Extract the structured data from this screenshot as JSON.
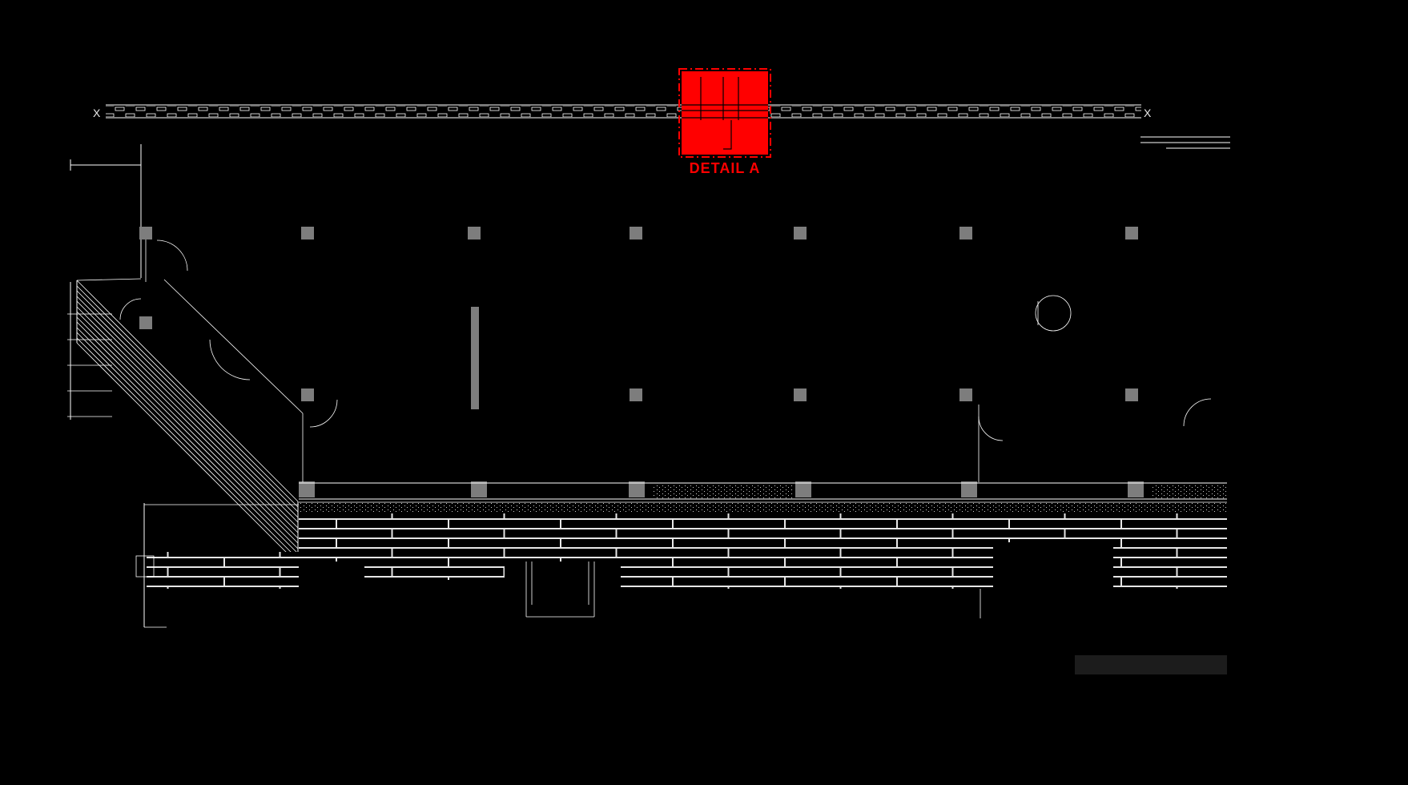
{
  "drawing": {
    "labels": {
      "detail": "DETAIL A",
      "break_left": "X",
      "break_right": "X"
    },
    "colors": {
      "background": "#000000",
      "line": "#ffffff",
      "column_fill": "#7d7d7d",
      "highlight": "#ff0000",
      "overlay_line": "#000000",
      "title_block": "#1c1c1c"
    }
  }
}
